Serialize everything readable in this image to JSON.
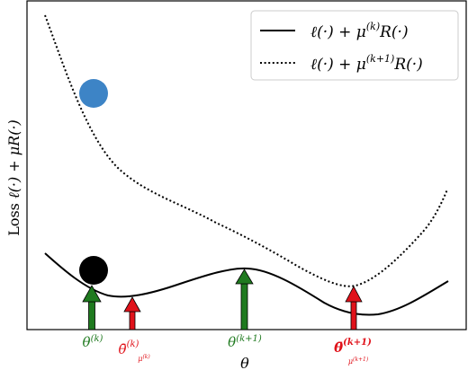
{
  "axis": {
    "ylabel_text": "Loss ℓ(·) + μR(·)",
    "xlabel_text": "θ"
  },
  "legend": {
    "solid_text": "ℓ(·) + μ(k)R(·)",
    "dotted_text": "ℓ(·) + μ(k+1)R(·)"
  },
  "annotations": [
    {
      "text": "θ(k)",
      "color": "#1f7a1f"
    },
    {
      "text": "θ̄(k) μ(k)",
      "color": "#e0121a"
    },
    {
      "text": "θ(k+1)",
      "color": "#1f7a1f"
    },
    {
      "text": "θ̄(k+1) μ(k+1)",
      "color": "#e0121a"
    }
  ],
  "markers": [
    {
      "name": "blue-point",
      "color": "#3d84c6"
    },
    {
      "name": "black-point",
      "color": "#000000"
    }
  ],
  "colors": {
    "green": "#1f7a1f",
    "red": "#e0121a",
    "blue": "#3d84c6",
    "curve": "#000000"
  }
}
